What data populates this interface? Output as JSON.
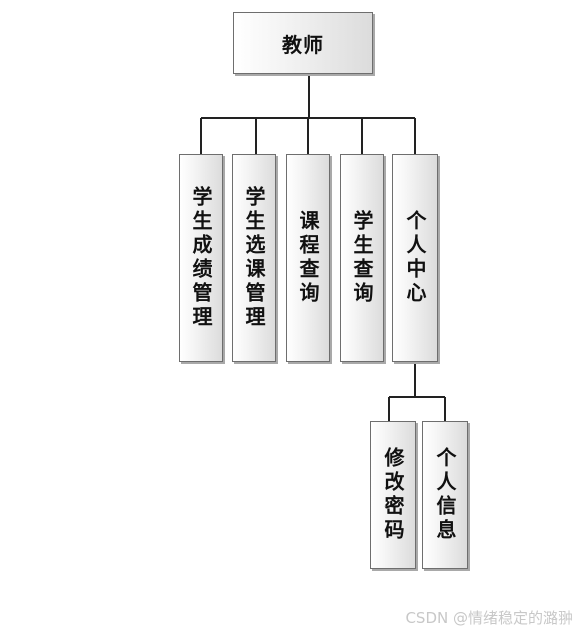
{
  "root": {
    "label": "教师"
  },
  "modules": [
    {
      "label": "学生成绩管理"
    },
    {
      "label": "学生选课管理"
    },
    {
      "label": "课程查询"
    },
    {
      "label": "学生查询"
    },
    {
      "label": "个人中心"
    }
  ],
  "submodules": [
    {
      "label": "修改密码"
    },
    {
      "label": "个人信息"
    }
  ],
  "watermark": "CSDN @情绪稳定的潞翀"
}
